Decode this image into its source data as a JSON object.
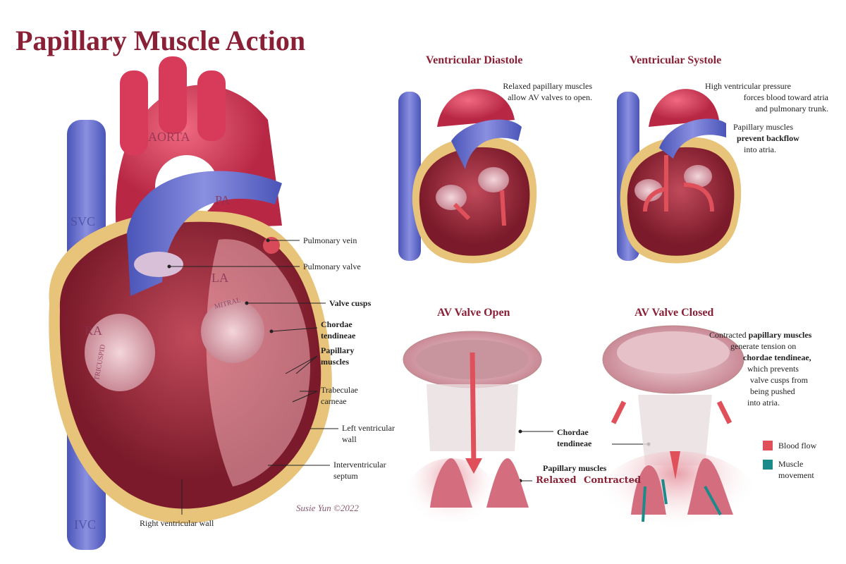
{
  "title": "Papillary Muscle Action",
  "heart_labels": {
    "aorta": "AORTA",
    "pa": "PA",
    "svc": "SVC",
    "ivc": "IVC",
    "ra": "RA",
    "la": "LA",
    "tricuspid": "TRICUSPID",
    "mitral": "MITRAL"
  },
  "callouts": {
    "pulmonary_vein": "Pulmonary vein",
    "pulmonary_valve": "Pulmonary valve",
    "valve_cusps": "Valve cusps",
    "chordae_1": "Chordae",
    "chordae_2": "tendineae",
    "papillary_1": "Papillary",
    "papillary_2": "muscles",
    "trabeculae_1": "Trabeculae",
    "trabeculae_2": "carneae",
    "lv_wall_1": "Left ventricular",
    "lv_wall_2": "wall",
    "septum_1": "Interventricular",
    "septum_2": "septum",
    "rv_wall": "Right ventricular wall"
  },
  "signature": "Susie Yun ©2022",
  "diastole": {
    "title": "Ventricular Diastole",
    "note_1": "Relaxed papillary muscles",
    "note_2": "allow AV valves to open."
  },
  "systole": {
    "title": "Ventricular Systole",
    "note_1": "High ventricular pressure",
    "note_2": "forces blood toward atria",
    "note_3": "and pulmonary trunk.",
    "note_4": "Papillary muscles",
    "note_5": "prevent backflow",
    "note_6": "into atria."
  },
  "valve_open": {
    "title": "AV Valve Open",
    "chordae_1": "Chordae",
    "chordae_2": "tendineae",
    "papillary": "Papillary muscles",
    "relaxed": "Relaxed"
  },
  "valve_closed": {
    "title": "AV Valve Closed",
    "note_1a": "Contracted ",
    "note_1b": "papillary muscles",
    "note_2": "generate tension on",
    "note_3": "chordae tendineae,",
    "note_4": "which prevents",
    "note_5": "valve cusps from",
    "note_6": "being pushed",
    "note_7": "into atria.",
    "contracted": "Contracted"
  },
  "legend": [
    {
      "label": "Blood flow",
      "color": "#e0505a"
    },
    {
      "label": "Muscle movement",
      "color": "#1a8a8a"
    }
  ]
}
